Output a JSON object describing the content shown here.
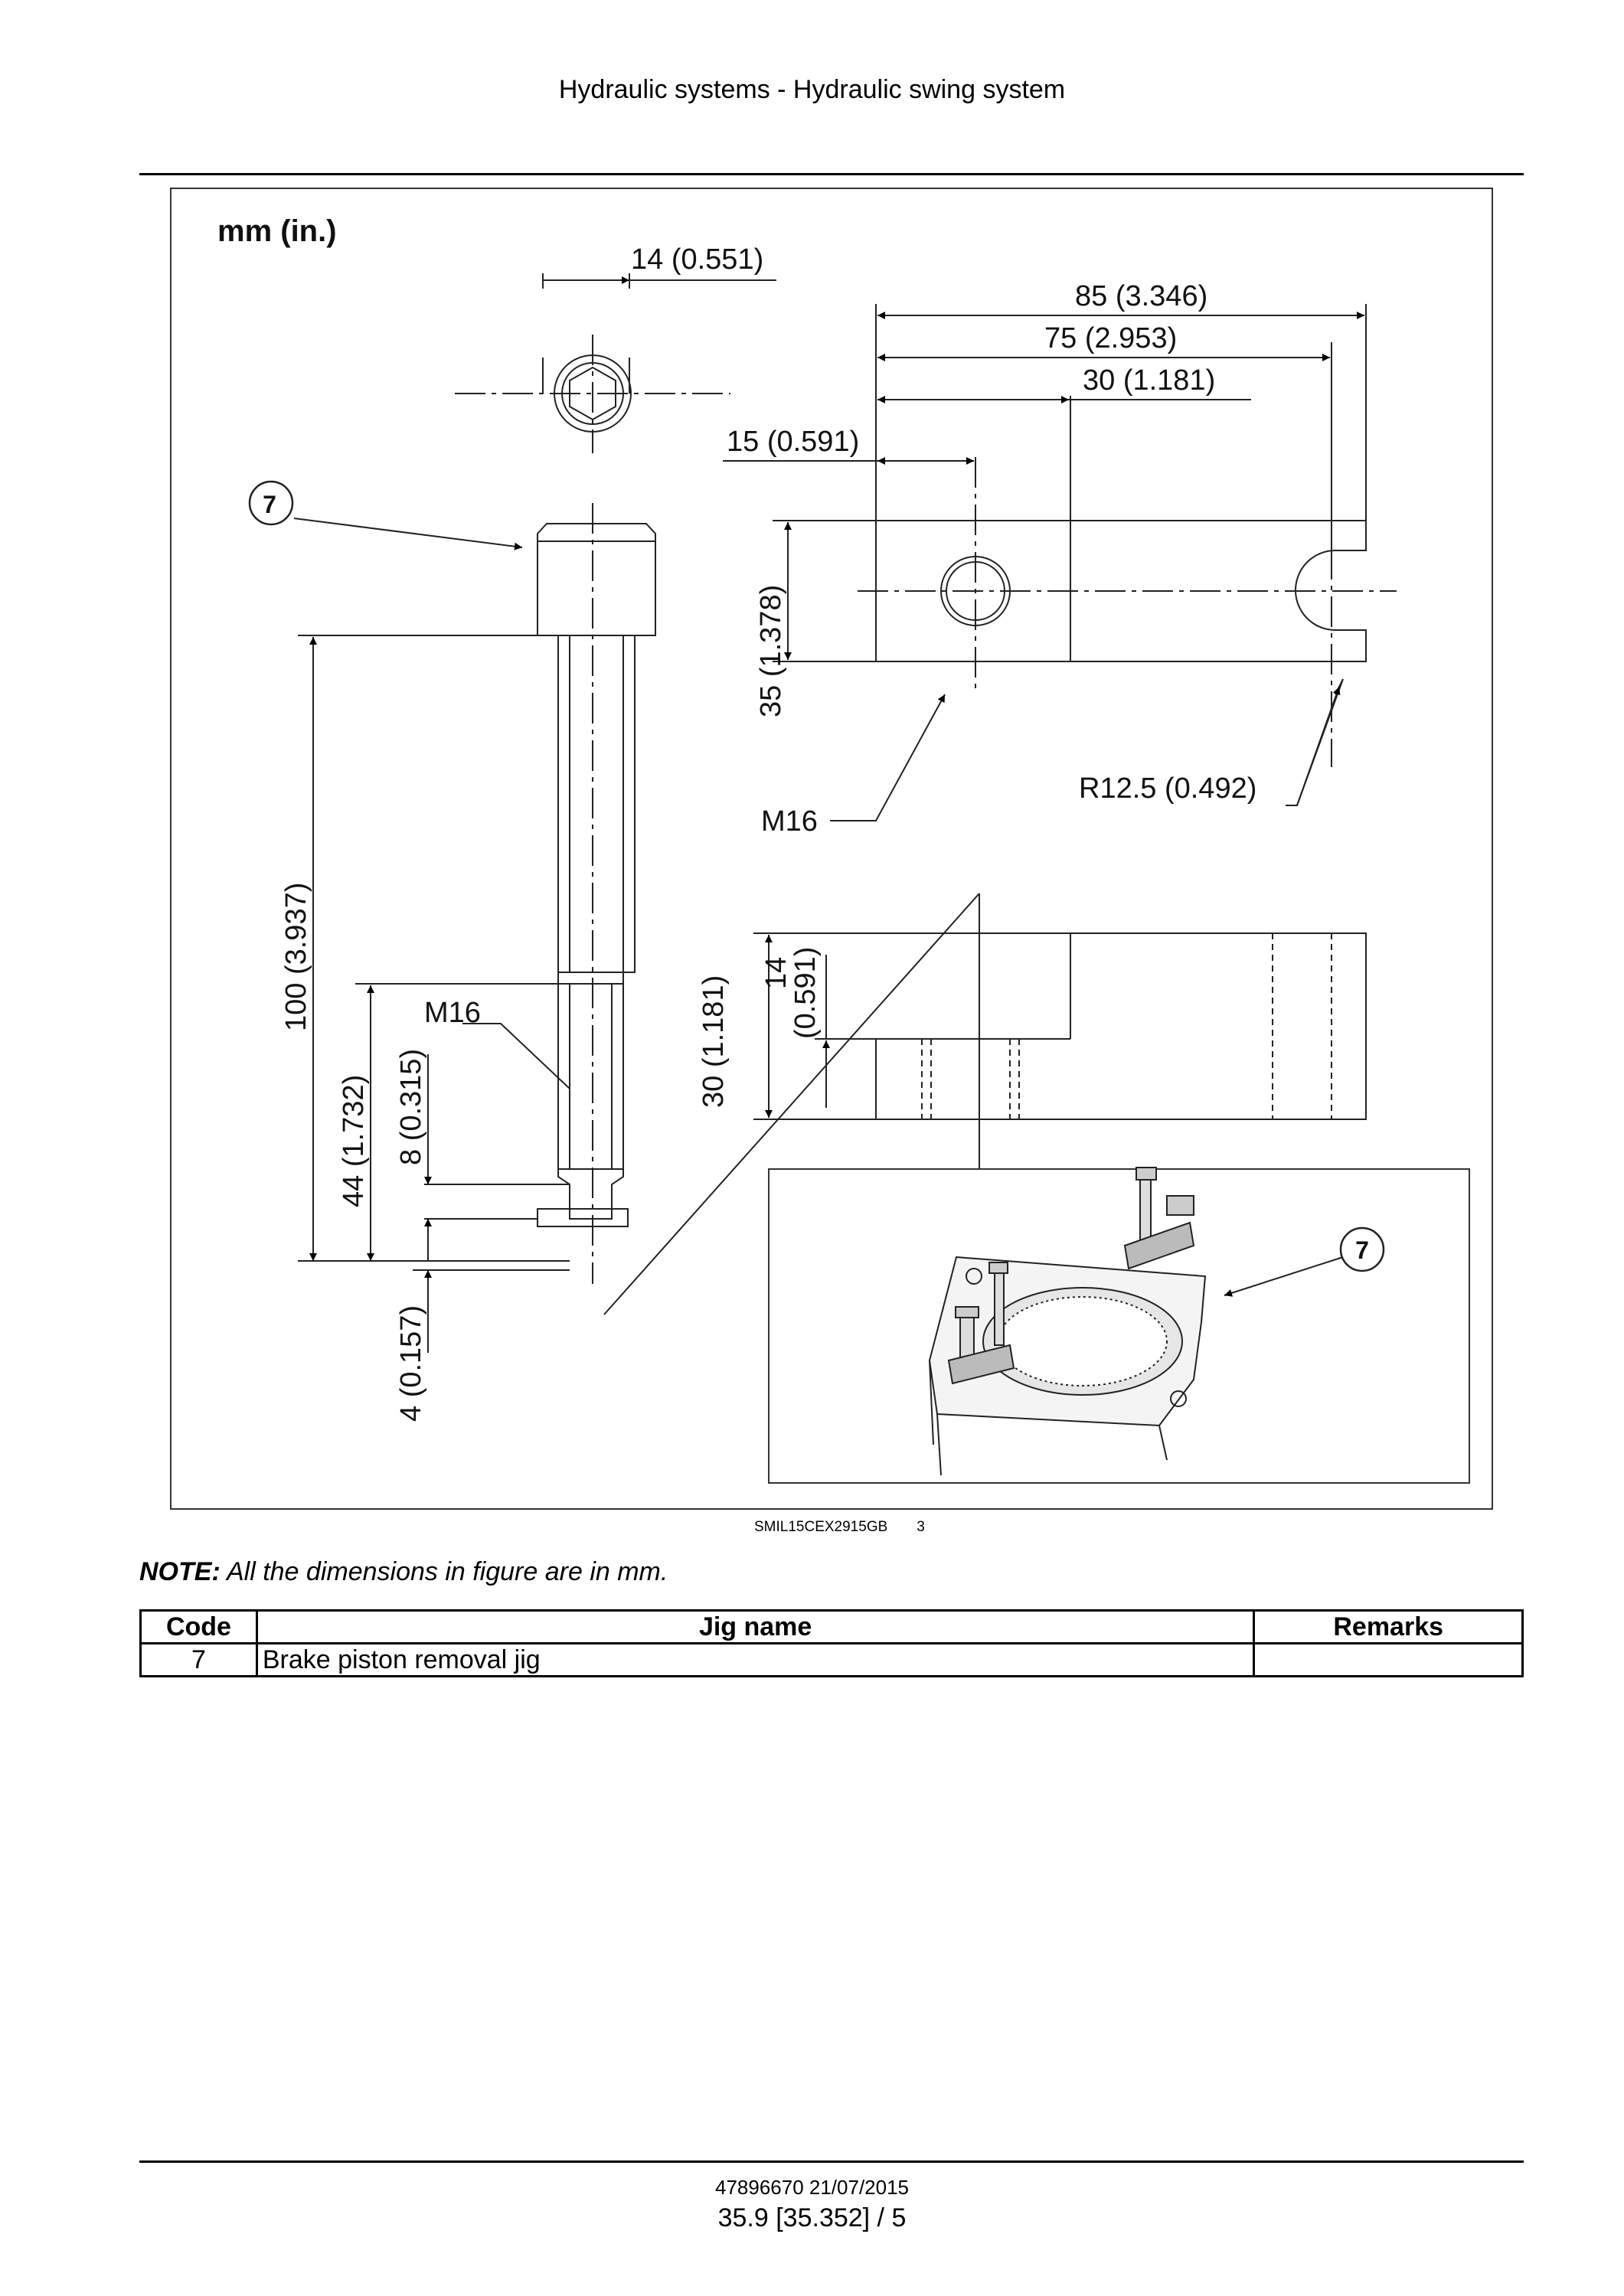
{
  "header": {
    "title": "Hydraulic systems - Hydraulic swing system"
  },
  "figure": {
    "units_label": "mm (in.)",
    "dimensions": {
      "d14_0551": "14 (0.551)",
      "d85": "85 (3.346)",
      "d75": "75 (2.953)",
      "d30_1181": "30  (1.181)",
      "d15": "15 (0.591)",
      "d35": "35 (1.378)",
      "r125": "R12.5 (0.492)",
      "m16_top": "M16",
      "d100": "100 (3.937)",
      "m16_bolt": "M16",
      "d44": "44 (1.732)",
      "d8": "8 (0.315)",
      "d4": "4 (0.157)",
      "d30_side": "30 (1.181)",
      "d14_side_a": "14",
      "d14_side_b": "(0.591)"
    },
    "callouts": {
      "bolt": "7",
      "photo": "7"
    },
    "caption_code": "SMIL15CEX2915GB",
    "caption_number": "3"
  },
  "note": {
    "label": "NOTE:",
    "text": " All the dimensions in figure are in mm."
  },
  "table": {
    "headers": {
      "code": "Code",
      "jig_name": "Jig name",
      "remarks": "Remarks"
    },
    "rows": [
      {
        "code": "7",
        "jig_name": "Brake piston removal jig",
        "remarks": ""
      }
    ]
  },
  "footer": {
    "doc_id": "47896670 21/07/2015",
    "page": "35.9 [35.352] / 5"
  }
}
